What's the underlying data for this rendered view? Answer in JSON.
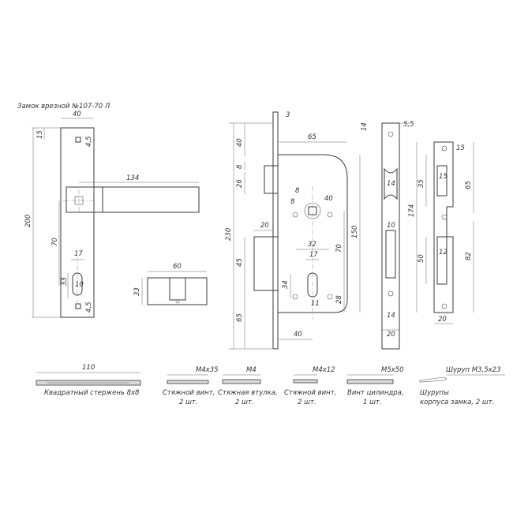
{
  "title": "Замок врезной №107-70 Л",
  "handle": {
    "width": "40",
    "height": "200",
    "top_offset": "15",
    "hole_top": "4,5",
    "hole_bottom": "4,5",
    "lever_length": "134",
    "axis_to_cyl": "70",
    "cyl_width": "17",
    "cyl_height": "33",
    "cyl_round": "10"
  },
  "cylinder": {
    "length": "60",
    "height": "33"
  },
  "lock": {
    "faceplate_thk": "3",
    "top": "40",
    "latch_h": "8",
    "latch_pos": "26",
    "backset_w": "65",
    "axis_offset": "8",
    "axis_h": "8",
    "axis_dist": "40",
    "bolt_w": "20",
    "bolt_pos": "45",
    "total_h": "230",
    "body_h": "150",
    "bottom": "65",
    "cyl_span": "32",
    "cyl_w": "17",
    "cyl_h": "34",
    "cyl_b": "11",
    "cyl_pitch": "70",
    "cyl_low": "28",
    "backset": "40"
  },
  "faceplate": {
    "thk": "5,5",
    "top": "14",
    "latch_w": "14",
    "bolt_w": "10",
    "bottom": "14",
    "width": "20"
  },
  "strike": {
    "hole": "15",
    "top": "35",
    "latch": "15",
    "latch_total": "65",
    "total": "174",
    "bolt_h": "50",
    "bolt_w": "12",
    "bolt_total": "82",
    "width": "20"
  },
  "parts": [
    {
      "dim": "110",
      "label": "Квадратный стержень 8х8"
    },
    {
      "dim": "M4x35",
      "label1": "Стяжной винт,",
      "label2": "2 шт."
    },
    {
      "dim": "M4",
      "label1": "Стяжная втулка,",
      "label2": "2 шт."
    },
    {
      "dim": "M4x12",
      "label1": "Стяжной винт,",
      "label2": "2 шт."
    },
    {
      "dim": "M5x50",
      "label1": "Винт цилиндра,",
      "label2": "1 шт."
    },
    {
      "dim": "Шуруп М3,5х23",
      "label1": "Шурупы",
      "label2": "корпуса замка, 2 шт."
    }
  ]
}
